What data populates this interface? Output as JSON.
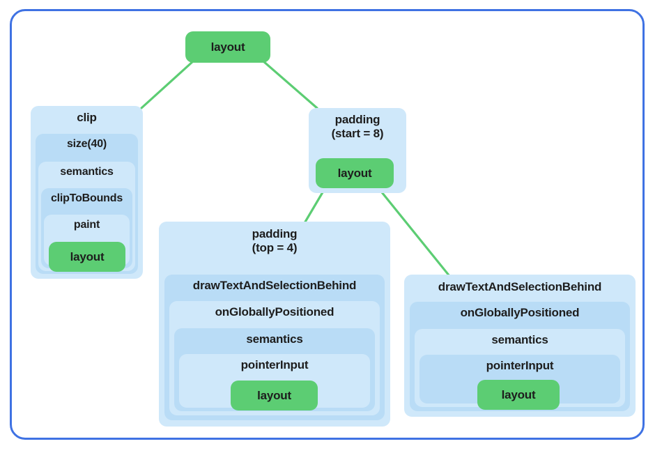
{
  "diagram": {
    "type": "modifier-chain-tree",
    "frame_color": "#3f72e3",
    "node_green": "#5ccd73",
    "shade_a": "#cfe8fa",
    "shade_b": "#b9dcf6",
    "root": {
      "label": "layout"
    },
    "left_branch": {
      "levels": [
        {
          "label": "clip"
        },
        {
          "label": "size(40)"
        },
        {
          "label": "semantics"
        },
        {
          "label": "clipToBounds"
        },
        {
          "label": "paint"
        }
      ],
      "leaf": {
        "label": "layout"
      }
    },
    "right_branch": {
      "padding": {
        "label": "padding\n(start = 8)"
      },
      "padding_leaf": {
        "label": "layout"
      },
      "child_center": {
        "levels": [
          {
            "label": "padding\n(top = 4)"
          },
          {
            "label": "drawTextAndSelectionBehind"
          },
          {
            "label": "onGloballyPositioned"
          },
          {
            "label": "semantics"
          },
          {
            "label": "pointerInput"
          }
        ],
        "leaf": {
          "label": "layout"
        }
      },
      "child_right": {
        "levels": [
          {
            "label": "drawTextAndSelectionBehind"
          },
          {
            "label": "onGloballyPositioned"
          },
          {
            "label": "semantics"
          },
          {
            "label": "pointerInput"
          }
        ],
        "leaf": {
          "label": "layout"
        }
      }
    }
  }
}
